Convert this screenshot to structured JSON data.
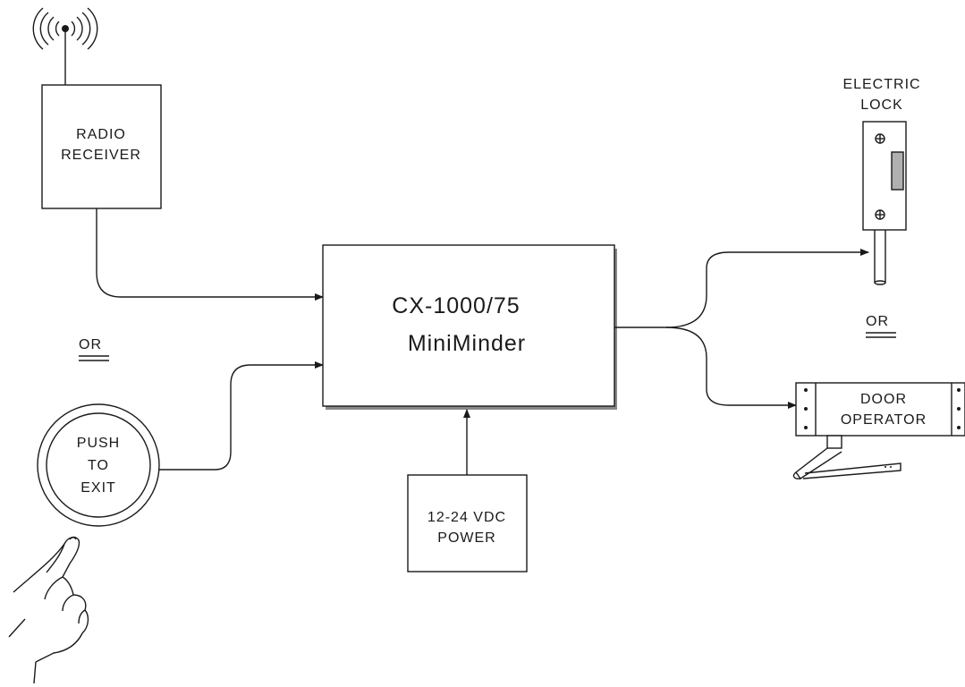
{
  "radio_receiver": {
    "line1": "RADIO",
    "line2": "RECEIVER"
  },
  "or_left": "OR",
  "push_button": {
    "line1": "PUSH",
    "line2": "TO",
    "line3": "EXIT"
  },
  "controller": {
    "line1": "CX-1000/75",
    "line2": "MiniMinder"
  },
  "power": {
    "line1": "12-24 VDC",
    "line2": "POWER"
  },
  "electric_lock": {
    "line1": "ELECTRIC",
    "line2": "LOCK"
  },
  "or_right": "OR",
  "door_operator": {
    "line1": "DOOR",
    "line2": "OPERATOR"
  }
}
